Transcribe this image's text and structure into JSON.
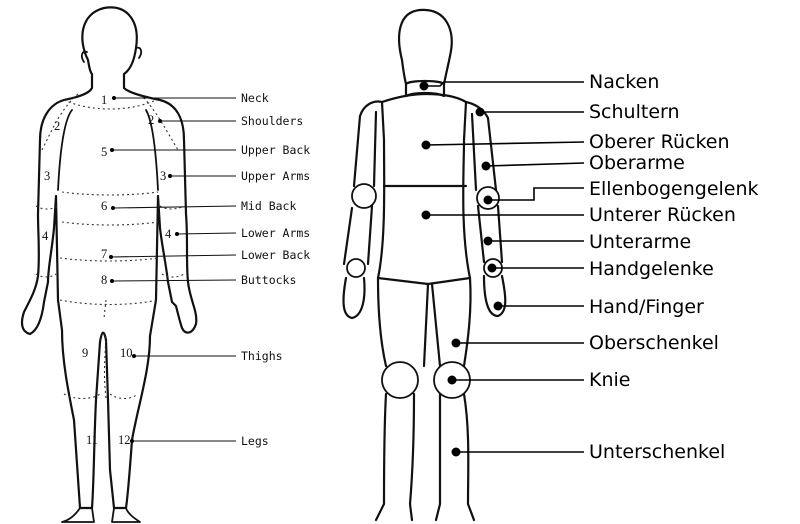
{
  "left_figure": {
    "region_numbers": [
      "1",
      "2",
      "2",
      "5",
      "3",
      "3",
      "6",
      "4",
      "4",
      "7",
      "8",
      "9",
      "10",
      "11",
      "12"
    ],
    "labels": [
      "Neck",
      "Shoulders",
      "Upper Back",
      "Upper Arms",
      "Mid Back",
      "Lower Arms",
      "Lower Back",
      "Buttocks",
      "Thighs",
      "Legs"
    ]
  },
  "right_figure": {
    "labels": [
      "Nacken",
      "Schultern",
      "Oberer Rücken",
      "Oberarme",
      "Ellenbogengelenk",
      "Unterer Rücken",
      "Unterarme",
      "Handgelenke",
      "Hand/Finger",
      "Oberschenkel",
      "Knie",
      "Unterschenkel"
    ]
  }
}
